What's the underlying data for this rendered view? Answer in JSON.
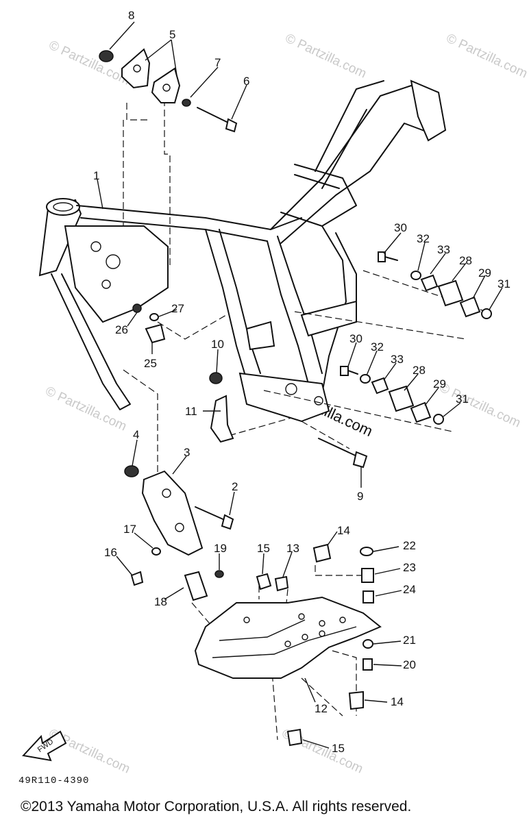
{
  "diagram": {
    "callouts": [
      "8",
      "5",
      "7",
      "6",
      "1",
      "30",
      "32",
      "33",
      "28",
      "29",
      "31",
      "27",
      "26",
      "25",
      "10",
      "30",
      "32",
      "33",
      "28",
      "29",
      "31",
      "11",
      "4",
      "3",
      "2",
      "9",
      "14",
      "15",
      "13",
      "22",
      "23",
      "24",
      "17",
      "19",
      "16",
      "18",
      "21",
      "20",
      "12",
      "14",
      "15"
    ],
    "fwd_label": "FWD",
    "drawing_code": "49R110-4390",
    "watermark": "© Partzilla.com",
    "watermark_bold": "© Partzilla.com",
    "copyright": "©2013 Yamaha Motor Corporation, U.S.A. All rights reserved."
  }
}
